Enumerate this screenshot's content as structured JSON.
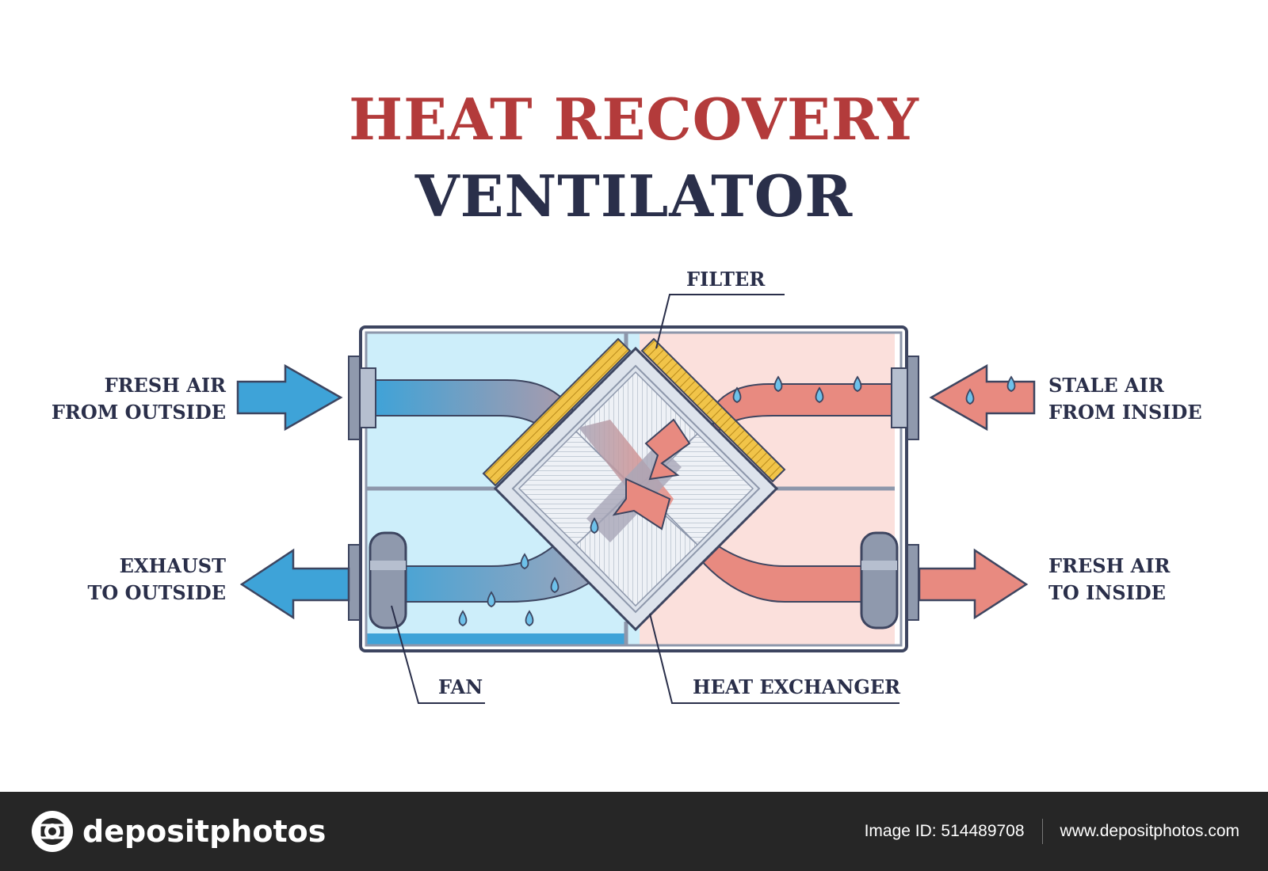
{
  "title": {
    "line1": "HEAT RECOVERY",
    "line2": "VENTILATOR"
  },
  "labels": {
    "filter": "FILTER",
    "fresh_air_from_outside": [
      "FRESH AIR",
      "FROM OUTSIDE"
    ],
    "stale_air_from_inside": [
      "STALE AIR",
      "FROM INSIDE"
    ],
    "exhaust_to_outside": [
      "EXHAUST",
      "TO OUTSIDE"
    ],
    "fresh_air_to_inside": [
      "FRESH AIR",
      "TO INSIDE"
    ],
    "fan": "FAN",
    "heat_exchanger": "HEAT EXCHANGER"
  },
  "footer": {
    "brand": "depositphotos",
    "image_id": "Image ID: 514489708",
    "site": "www.depositphotos.com"
  },
  "colors": {
    "cold_air": "#3ea3d8",
    "warm_air": "#e88a80",
    "cold_chamber": "#cdeefa",
    "warm_chamber": "#fbe0dc",
    "outline": "#3d4560",
    "title_red": "#b33b3b",
    "title_dark": "#2a2f4a",
    "filter": "#e8b83a"
  }
}
